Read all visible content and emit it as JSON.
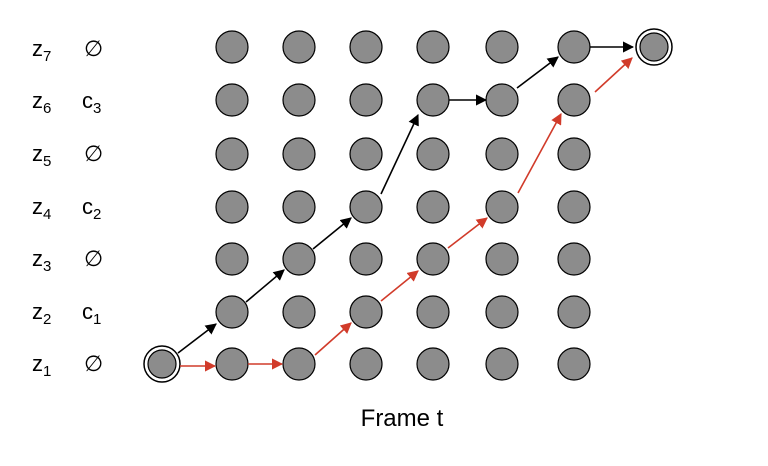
{
  "rows": [
    {
      "z": "z",
      "z_sub": "7",
      "c": "∅",
      "c_sub": ""
    },
    {
      "z": "z",
      "z_sub": "6",
      "c": "c",
      "c_sub": "3"
    },
    {
      "z": "z",
      "z_sub": "5",
      "c": "∅",
      "c_sub": ""
    },
    {
      "z": "z",
      "z_sub": "4",
      "c": "c",
      "c_sub": "2"
    },
    {
      "z": "z",
      "z_sub": "3",
      "c": "∅",
      "c_sub": ""
    },
    {
      "z": "z",
      "z_sub": "2",
      "c": "c",
      "c_sub": "1"
    },
    {
      "z": "z",
      "z_sub": "1",
      "c": "∅",
      "c_sub": ""
    }
  ],
  "xlabel": "Frame t",
  "colors": {
    "node": "#8c8c8c",
    "black_path": "#000000",
    "red_path": "#d13b2a"
  }
}
